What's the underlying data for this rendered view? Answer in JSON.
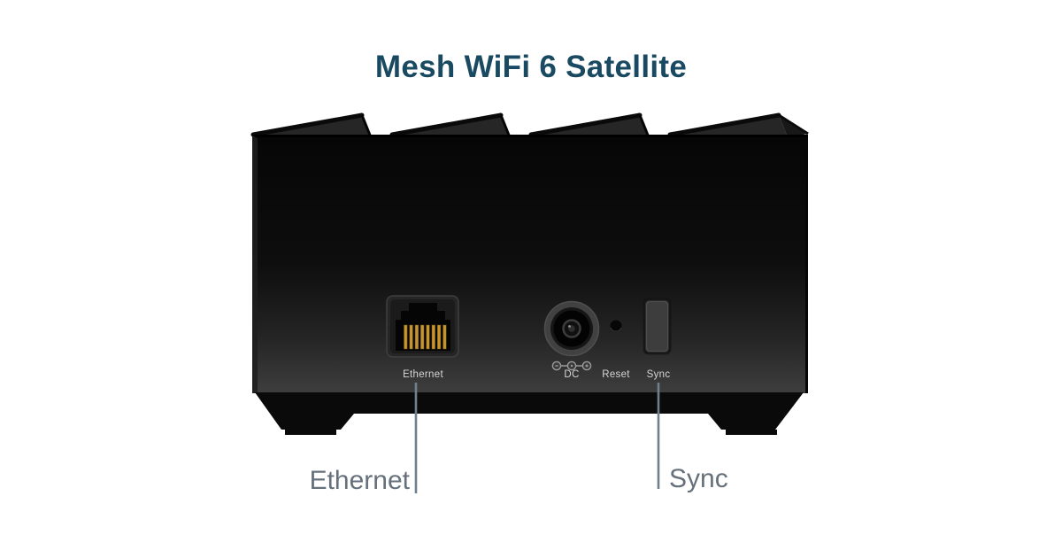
{
  "title": {
    "text": "Mesh WiFi 6 Satellite"
  },
  "device": {
    "panel_labels": {
      "ethernet": "Ethernet",
      "dc": "DC",
      "reset": "Reset",
      "sync": "Sync"
    }
  },
  "callouts": {
    "ethernet": {
      "label": "Ethernet"
    },
    "sync": {
      "label": "Sync"
    }
  },
  "colors": {
    "title_text": "#1a4a62",
    "device_body_top": "#060606",
    "device_body_bottom": "#3e3e3e",
    "device_base": "#0a0a0a",
    "panel_label_text": "#d5d5d5",
    "callout_line": "#6f8191",
    "callout_label_text": "#66707b",
    "ethernet_pins": "#c6952f"
  }
}
